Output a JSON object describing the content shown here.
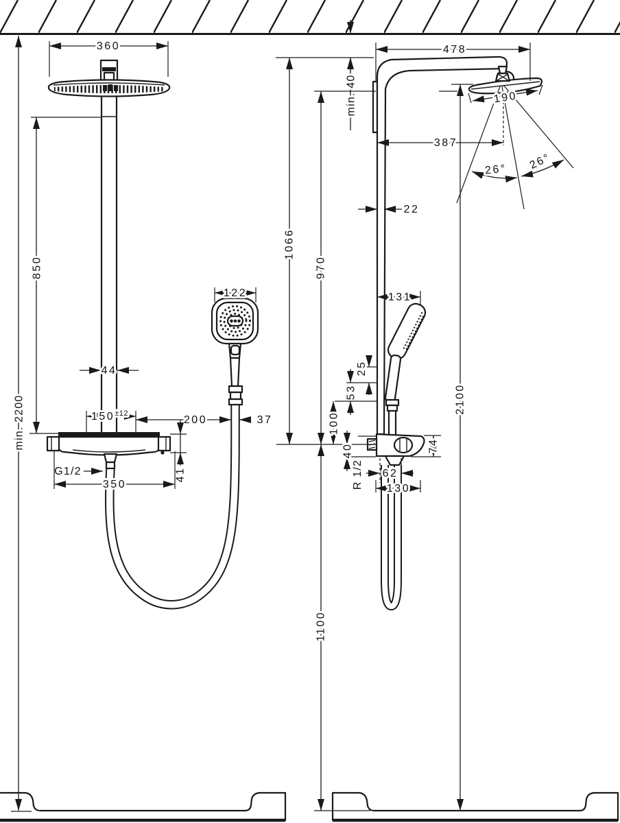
{
  "drawing": {
    "type": "installation-dimension-drawing",
    "units": "mm",
    "line_color": "#1a1a1a",
    "background": "#ffffff"
  },
  "front_view": {
    "overhead_shower_width": "360",
    "riser_length": "850",
    "min_installation_height": "min. 2200",
    "riser_width": "44",
    "handshower_head_width": "122",
    "supply_connection_spacing": "150",
    "supply_tolerance": "±12",
    "handshower_offset": "200",
    "hose_connection_width": "37",
    "outlet_thread": "G1/2",
    "valve_outlet_drop": "41",
    "valve_width": "350"
  },
  "side_view": {
    "arm_projection": "478",
    "min_ceiling_clearance": "min. 40",
    "overhead_head_depth": "190",
    "spray_center_offset": "387",
    "spray_angle_inner": "26°",
    "spray_angle_outer": "26°",
    "riser_depth": "22",
    "riser_total_height": "1066",
    "bar_top_height": "970",
    "handshower_projection": "131",
    "handle_clearance": "25",
    "nut_clearance": "53",
    "holder_inlet_gap": "100",
    "inlet_to_holder_bottom": "40",
    "holder_height": "74",
    "hose_thread": "R 1/2",
    "hose_spacing": "62",
    "hose_projection": "130",
    "overhead_height": "2100",
    "inlet_height": "1100"
  }
}
